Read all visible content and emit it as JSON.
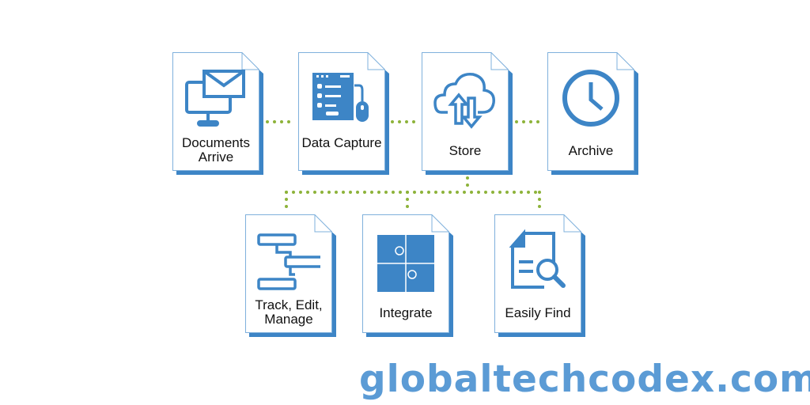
{
  "colors": {
    "accent": "#3d85c6",
    "connector": "#8db33a",
    "watermark": "#5b9bd5"
  },
  "steps": [
    {
      "label": "Documents Arrive",
      "icon": "monitor-envelope-icon"
    },
    {
      "label": "Data Capture",
      "icon": "form-mouse-icon"
    },
    {
      "label": "Store",
      "icon": "cloud-upload-download-icon"
    },
    {
      "label": "Archive",
      "icon": "clock-icon"
    },
    {
      "label": "Track, Edit, Manage",
      "icon": "workflow-icon"
    },
    {
      "label": "Integrate",
      "icon": "puzzle-icon"
    },
    {
      "label": "Easily Find",
      "icon": "document-search-icon"
    }
  ],
  "watermark": "globaltechcodex.com"
}
